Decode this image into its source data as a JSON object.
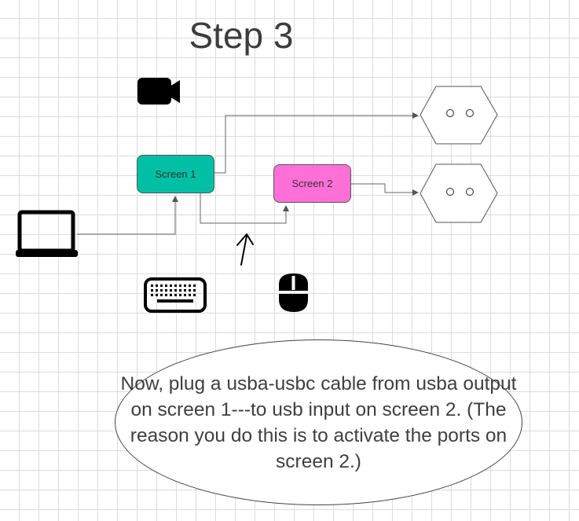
{
  "title": "Step 3",
  "nodes": {
    "screen1": {
      "label": "Screen 1",
      "color": "#00bfa5"
    },
    "screen2": {
      "label": "Screen 2",
      "color": "#ff6fd8"
    }
  },
  "outlets": [
    {
      "name": "outlet-1",
      "symbol": "o o"
    },
    {
      "name": "outlet-2",
      "symbol": "o o"
    }
  ],
  "icons": [
    "video-camera-icon",
    "laptop-icon",
    "keyboard-icon",
    "mouse-icon",
    "arrow-up-icon"
  ],
  "callout": {
    "text": "Now, plug a usba-usbc cable from usba output on screen 1---to usb input on screen 2. (The reason you do this is to activate the ports on screen 2.)"
  }
}
